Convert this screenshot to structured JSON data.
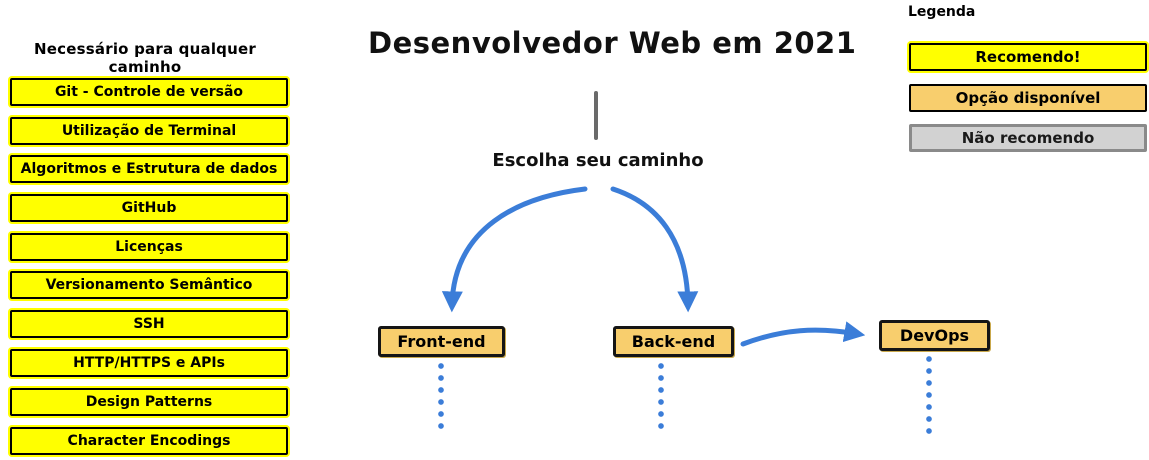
{
  "title": "Desenvolvedor Web em 2021",
  "subtitle": "Escolha seu caminho",
  "required_panel": {
    "heading": "Necessário para qualquer caminho",
    "items": [
      "Git - Controle de versão",
      "Utilização de Terminal",
      "Algoritmos e Estrutura de dados",
      "GitHub",
      "Licenças",
      "Versionamento Semântico",
      "SSH",
      "HTTP/HTTPS e APIs",
      "Design Patterns",
      "Character Encodings"
    ]
  },
  "paths": {
    "frontend": "Front-end",
    "backend": "Back-end",
    "devops": "DevOps"
  },
  "legend": {
    "heading": "Legenda",
    "items": [
      {
        "label": "Recomendo!",
        "type": "recommended",
        "color": "#FFFF00"
      },
      {
        "label": "Opção disponível",
        "type": "available-option",
        "color": "#F8CE6D"
      },
      {
        "label": "Não recomendo",
        "type": "not-recommended",
        "color": "#D2D2D2"
      }
    ]
  },
  "colors": {
    "recommended_yellow": "#FFFF00",
    "option_tan": "#F8CE6D",
    "not_recommended_gray": "#D2D2D2",
    "arrow_blue": "#3B7DD8",
    "connector_gray": "#6A6A6A"
  }
}
